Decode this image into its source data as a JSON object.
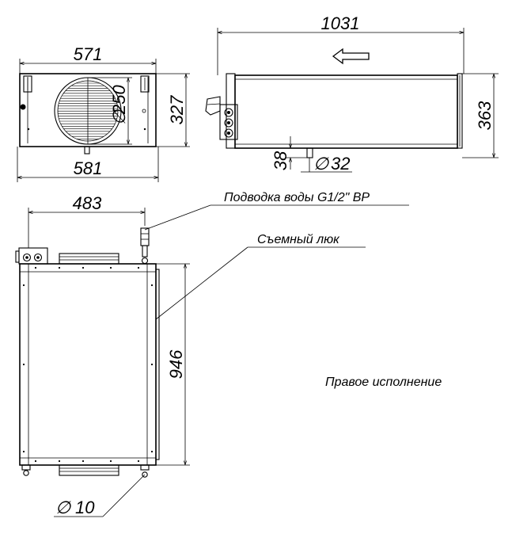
{
  "dimensions": {
    "front_width_top": "571",
    "front_width_bottom": "581",
    "front_height": "327",
    "fan_diameter": "250",
    "side_length": "1031",
    "side_height": "363",
    "drain_offset": "38",
    "drain_diameter": "32",
    "plan_width": "483",
    "plan_length": "946",
    "mount_hole_diameter": "10"
  },
  "symbols": {
    "diameter": "∅"
  },
  "labels": {
    "water_connection": "Подводка воды  G1/2\" ВР",
    "service_hatch": "Съемный люк",
    "variant": "Правое исполнение"
  },
  "colors": {
    "line": "#000000",
    "background": "#ffffff"
  }
}
